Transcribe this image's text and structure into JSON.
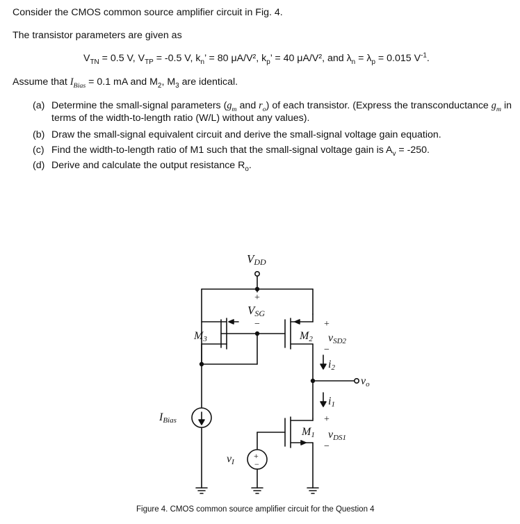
{
  "problem": {
    "intro": "Consider the CMOS common source amplifier circuit in Fig. 4.",
    "params_intro": "The transistor parameters are given as",
    "params": {
      "vtn": "V",
      "vtn_sub": "TN",
      "vtn_val": " = 0.5 V, ",
      "vtp": "V",
      "vtp_sub": "TP",
      "vtp_val": " = -0.5 V, ",
      "kn": "k",
      "kn_sub": "n",
      "kn_val": "’ = 80 μA/V², ",
      "kp": "k",
      "kp_sub": "p",
      "kp_val": "’ = 40 μA/V², and ",
      "lambda": "λ",
      "lambda_n_sub": "n",
      "lambda_eq": " = ",
      "lambda_p": "λ",
      "lambda_p_sub": "p",
      "lambda_val": " = 0.015 V",
      "lambda_unit_sup": "-1",
      "end": "."
    },
    "assume": {
      "pre": "Assume that ",
      "ibias_sym": "I",
      "ibias_sub": "Bias",
      "mid": " = 0.1 mA and M",
      "m2_sub": "2",
      "comma": ", M",
      "m3_sub": "3",
      "end": " are identical."
    },
    "questions": [
      {
        "label": "(a)",
        "text_1": "Determine the small-signal parameters (",
        "gm": "g",
        "gm_sub": "m",
        "and": " and ",
        "ro": "r",
        "ro_sub": "o",
        "text_2": ") of each transistor. (Express the transconductance ",
        "gm2": "g",
        "gm2_sub": "m",
        "text_3": " in terms of the width-to-length ratio (W/L) without any values)."
      },
      {
        "label": "(b)",
        "text": "Draw the small-signal equivalent circuit and derive the small-signal voltage gain equation."
      },
      {
        "label": "(c)",
        "text": "Find the width-to-length ratio of M1 such that the small-signal voltage gain is A",
        "sub": "v",
        "end": " = -250."
      },
      {
        "label": "(d)",
        "text": "Derive and calculate the output resistance R",
        "sub": "o",
        "end": "."
      }
    ]
  },
  "figure": {
    "vdd": "V",
    "vdd_sub": "DD",
    "vsg": "V",
    "vsg_sub": "SG",
    "plus": "+",
    "minus": "−",
    "m3": "M",
    "m3_sub": "3",
    "m2": "M",
    "m2_sub": "2",
    "m1": "M",
    "m1_sub": "1",
    "vsd2": "v",
    "vsd2_sub": "SD2",
    "vds1": "v",
    "vds1_sub": "DS1",
    "i2": "i",
    "i2_sub": "2",
    "i1": "i",
    "i1_sub": "1",
    "vo": "v",
    "vo_sub": "o",
    "ibias": "I",
    "ibias_sub": "Bias",
    "vi": "v",
    "vi_sub": "I",
    "caption": "Figure 4. CMOS common source amplifier circuit for the Question 4"
  }
}
